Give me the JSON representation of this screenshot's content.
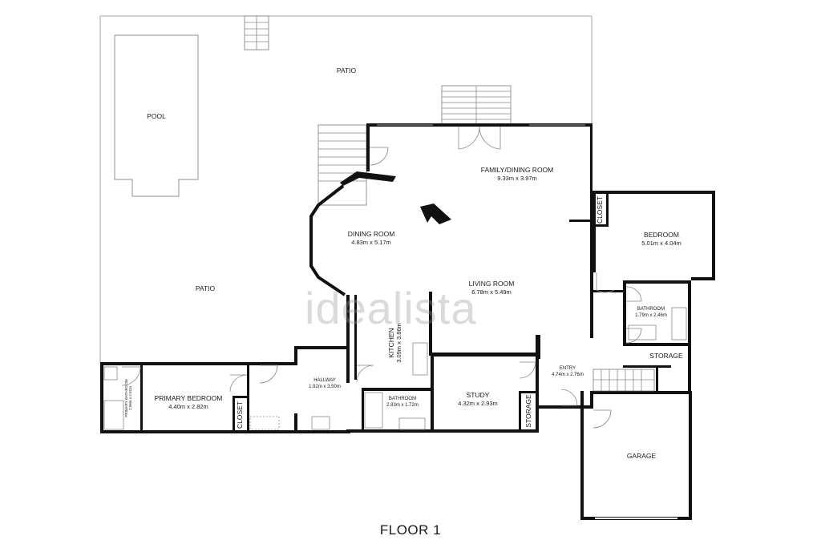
{
  "watermark": "idealista",
  "floor_label": "FLOOR 1",
  "rooms": {
    "patio_top": {
      "name": "PATIO"
    },
    "patio_left": {
      "name": "PATIO"
    },
    "pool": {
      "name": "POOL"
    },
    "family_dining": {
      "name": "FAMILY/DINING ROOM",
      "dim": "9.33m x 3.97m"
    },
    "dining": {
      "name": "DINING ROOM",
      "dim": "4.83m x 5.17m"
    },
    "living": {
      "name": "LIVING ROOM",
      "dim": "6.78m x 5.49m"
    },
    "kitchen": {
      "name": "KITCHEN",
      "dim": "3.09m x 3.86m"
    },
    "bedroom": {
      "name": "BEDROOM",
      "dim": "5.01m x 4.04m"
    },
    "closet_right": {
      "name": "CLOSET"
    },
    "bathroom_right": {
      "name": "BATHROOM",
      "dim": "1.79m x 2.46m"
    },
    "storage_right": {
      "name": "STORAGE"
    },
    "entry": {
      "name": "ENTRY",
      "dim": "4.74m x 2.76m"
    },
    "study": {
      "name": "STUDY",
      "dim": "4.32m x 2.93m"
    },
    "storage_study": {
      "name": "STORAGE"
    },
    "bathroom_mid": {
      "name": "BATHROOM",
      "dim": "2.83m x 1.72m"
    },
    "hallway": {
      "name": "HALLWAY",
      "dim": "1.92m x 3.50m"
    },
    "primary_bedroom": {
      "name": "PRIMARY BEDROOM",
      "dim": "4.40m x 2.82m"
    },
    "closet_left": {
      "name": "CLOSET"
    },
    "primary_bathroom": {
      "name": "PRIMARY BATHROOM",
      "dim": "2.06m x 2.81m"
    },
    "garage": {
      "name": "GARAGE"
    }
  }
}
